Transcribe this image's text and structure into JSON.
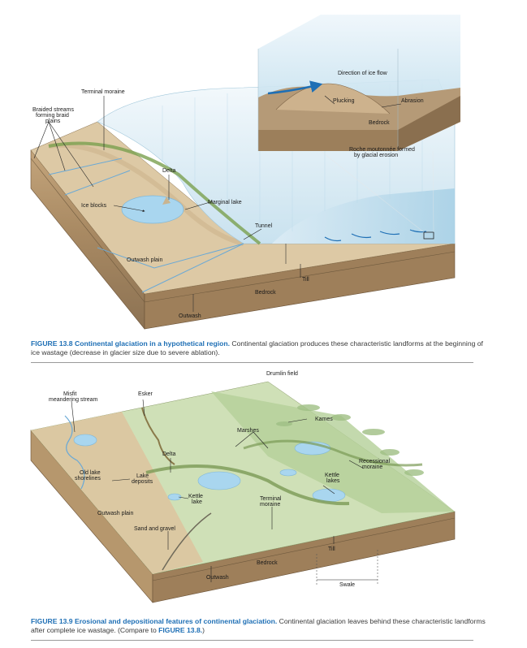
{
  "figure1": {
    "labels": {
      "terminal_moraine": "Terminal moraine",
      "braided_1": "Braided streams",
      "braided_2": "forming braid",
      "braided_3": "plains",
      "delta": "Delta",
      "ice_blocks": "Ice blocks",
      "marginal_lake": "Marginal lake",
      "tunnel": "Tunnel",
      "outwash_plain": "Outwash plain",
      "till": "Till",
      "bedrock": "Bedrock",
      "outwash": "Outwash",
      "direction_ice_flow": "Direction of ice flow",
      "plucking": "Plucking",
      "abrasion": "Abrasion",
      "inset_bedrock": "Bedrock",
      "roche_1": "Roche moutonnée formed",
      "roche_2": "by glacial erosion"
    },
    "caption": {
      "number": "FIGURE 13.8",
      "title": "Continental glaciation in a hypothetical region.",
      "text": "Continental glaciation produces these characteristic landforms at the beginning of ice wastage (decrease in glacier size due to severe ablation)."
    }
  },
  "figure2": {
    "labels": {
      "drumlin_field": "Drumlin field",
      "misfit_1": "Misfit",
      "misfit_2": "meandering stream",
      "esker": "Esker",
      "kames": "Kames",
      "marshes": "Marshes",
      "delta": "Delta",
      "recessional_1": "Recessional",
      "recessional_2": "moraine",
      "old_lake_1": "Old lake",
      "old_lake_2": "shorelines",
      "lake_deposits_1": "Lake",
      "lake_deposits_2": "deposits",
      "kettle_lakes_1": "Kettle",
      "kettle_lakes_2": "lakes",
      "kettle_lake_1": "Kettle",
      "kettle_lake_2": "lake",
      "terminal_1": "Terminal",
      "terminal_2": "moraine",
      "outwash_plain": "Outwash plain",
      "sand_gravel": "Sand and gravel",
      "till": "Till",
      "bedrock": "Bedrock",
      "outwash": "Outwash",
      "swale": "Swale"
    },
    "caption": {
      "number": "FIGURE 13.9",
      "title": "Erosional and depositional features of continental glaciation.",
      "text": "Continental glaciation leaves behind these characteristic landforms after complete ice wastage. (Compare to",
      "ref": "FIGURE 13.8.",
      "close": ")"
    }
  }
}
